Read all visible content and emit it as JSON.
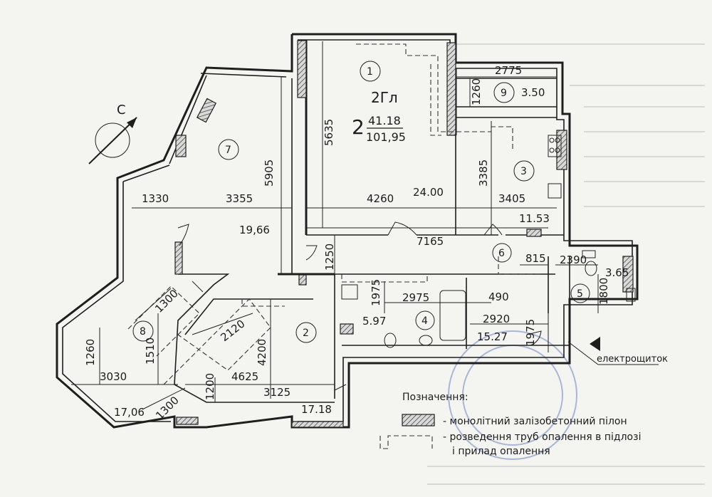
{
  "apartment": {
    "label": "2Гл",
    "big_number": "2",
    "living_area": "41.18",
    "total_area": "101,95"
  },
  "compass": {
    "letter": "С"
  },
  "rooms": [
    {
      "id": "1",
      "area": "24.00"
    },
    {
      "id": "2",
      "area": "17.18"
    },
    {
      "id": "3",
      "area": "11.53"
    },
    {
      "id": "4",
      "area": "5.97"
    },
    {
      "id": "5",
      "area": "3.65"
    },
    {
      "id": "6",
      "area": "15.27"
    },
    {
      "id": "7",
      "area": "19,66"
    },
    {
      "id": "8",
      "area": "17,06"
    },
    {
      "id": "9",
      "area": "3.50"
    }
  ],
  "dimensions": [
    "5635",
    "5905",
    "1330",
    "3355",
    "4260",
    "3385",
    "3405",
    "7165",
    "2775",
    "1260",
    "1250",
    "815",
    "2390",
    "1800",
    "2975",
    "1975",
    "490",
    "2920",
    "1975",
    "2120",
    "4200",
    "4625",
    "1200",
    "3125",
    "3030",
    "1260",
    "1510",
    "1300",
    "1300"
  ],
  "electric_panel": "електрощиток",
  "legend": {
    "title": "Позначення:",
    "items": [
      {
        "symbol": "pylon",
        "text": "- монолітний залізобетонний пілон"
      },
      {
        "symbol": "pipe",
        "text": "- розведення труб опалення в підлозі"
      },
      {
        "symbol": "none",
        "text": "і прилад опалення"
      }
    ]
  }
}
